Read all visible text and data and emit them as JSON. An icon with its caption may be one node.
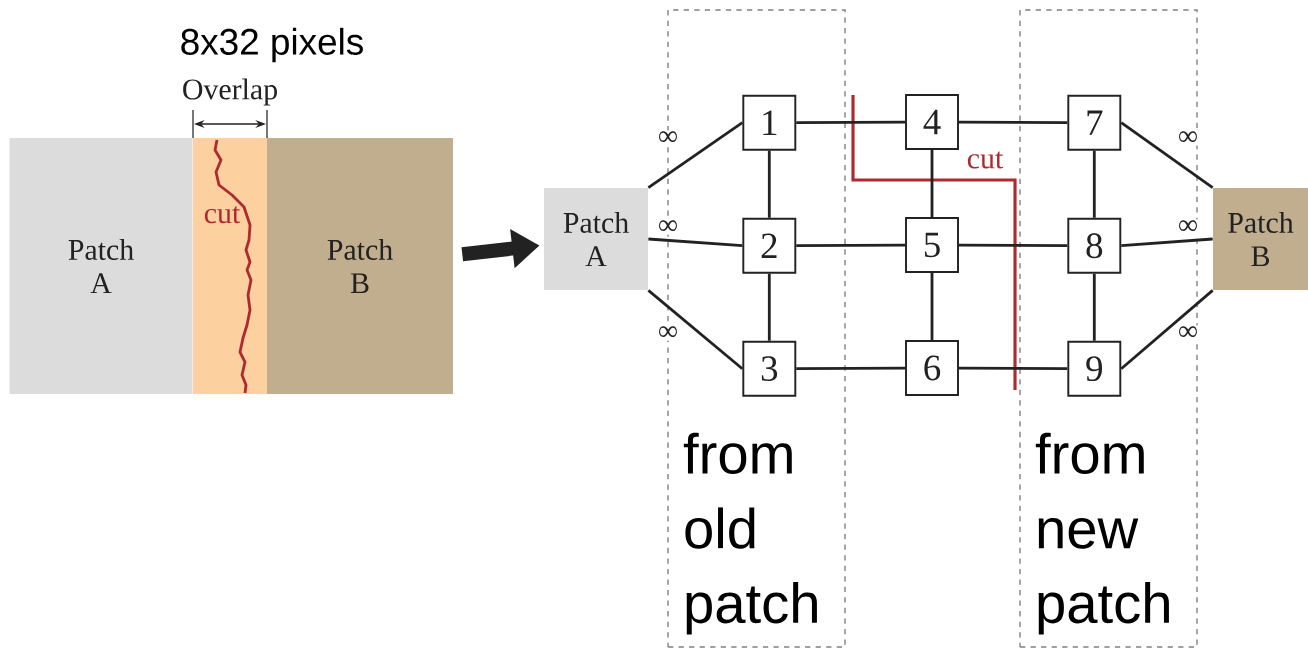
{
  "diagram": {
    "nodes": [
      {
        "text": [
          "Patch A"
        ]
      },
      {
        "text": [
          "cut"
        ]
      },
      {
        "text": [
          "Patch B"
        ]
      },
      {
        "text": [
          "Patch A"
        ]
      },
      {
        "text": [
          "from old patch"
        ]
      },
      {
        "text": [
          "1"
        ],
        "in": 4
      },
      {
        "text": [
          "2"
        ],
        "in": 4
      },
      {
        "text": [
          "3"
        ],
        "in": 4
      },
      {
        "text": [
          "4"
        ]
      },
      {
        "text": [
          "5"
        ]
      },
      {
        "text": [
          "6"
        ]
      },
      {
        "text": [
          "from new patch"
        ]
      },
      {
        "text": [
          "7"
        ],
        "in": 11
      },
      {
        "text": [
          "8"
        ],
        "in": 11
      },
      {
        "text": [
          "9"
        ],
        "in": 11
      },
      {
        "text": [
          "Patch B"
        ]
      }
    ],
    "edges": [
      {
        "from": 2,
        "to": 3,
        "arrow": "to",
        "style": "thick"
      },
      {
        "from": 3,
        "to": 5,
        "arrow": "none",
        "label": "∞"
      },
      {
        "from": 3,
        "to": 6,
        "arrow": "none",
        "label": "∞"
      },
      {
        "from": 3,
        "to": 7,
        "arrow": "none",
        "label": "∞"
      },
      {
        "from": 5,
        "to": 8,
        "arrow": "none"
      },
      {
        "from": 8,
        "to": 12,
        "arrow": "none"
      },
      {
        "from": 6,
        "to": 9,
        "arrow": "none"
      },
      {
        "from": 9,
        "to": 13,
        "arrow": "none"
      },
      {
        "from": 7,
        "to": 10,
        "arrow": "none"
      },
      {
        "from": 10,
        "to": 14,
        "arrow": "none"
      },
      {
        "from": 5,
        "to": 6,
        "arrow": "none"
      },
      {
        "from": 6,
        "to": 7,
        "arrow": "none"
      },
      {
        "from": 8,
        "to": 9,
        "arrow": "none"
      },
      {
        "from": 9,
        "to": 10,
        "arrow": "none"
      },
      {
        "from": 12,
        "to": 13,
        "arrow": "none"
      },
      {
        "from": 13,
        "to": 14,
        "arrow": "none"
      },
      {
        "from": 12,
        "to": 15,
        "arrow": "none",
        "label": "∞"
      },
      {
        "from": 13,
        "to": 15,
        "arrow": "none",
        "label": "∞"
      },
      {
        "from": 14,
        "to": 15,
        "arrow": "none",
        "label": "∞"
      }
    ],
    "labels": [
      "8x32 pixels",
      "Overlap",
      "cut"
    ]
  }
}
